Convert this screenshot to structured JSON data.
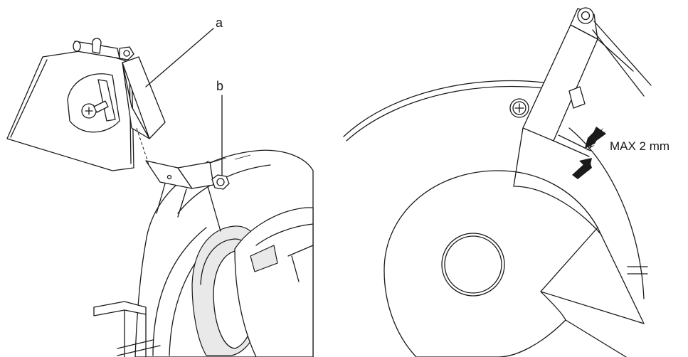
{
  "labels": {
    "a": "a",
    "b": "b",
    "gap_note": "MAX 2 mm"
  },
  "icons": {
    "arrow_top": "arrow-down-left-icon",
    "arrow_bottom": "arrow-up-right-icon"
  },
  "colors": {
    "line": "#1a1a1a",
    "shade": "#e9e9e9",
    "background": "#ffffff"
  }
}
